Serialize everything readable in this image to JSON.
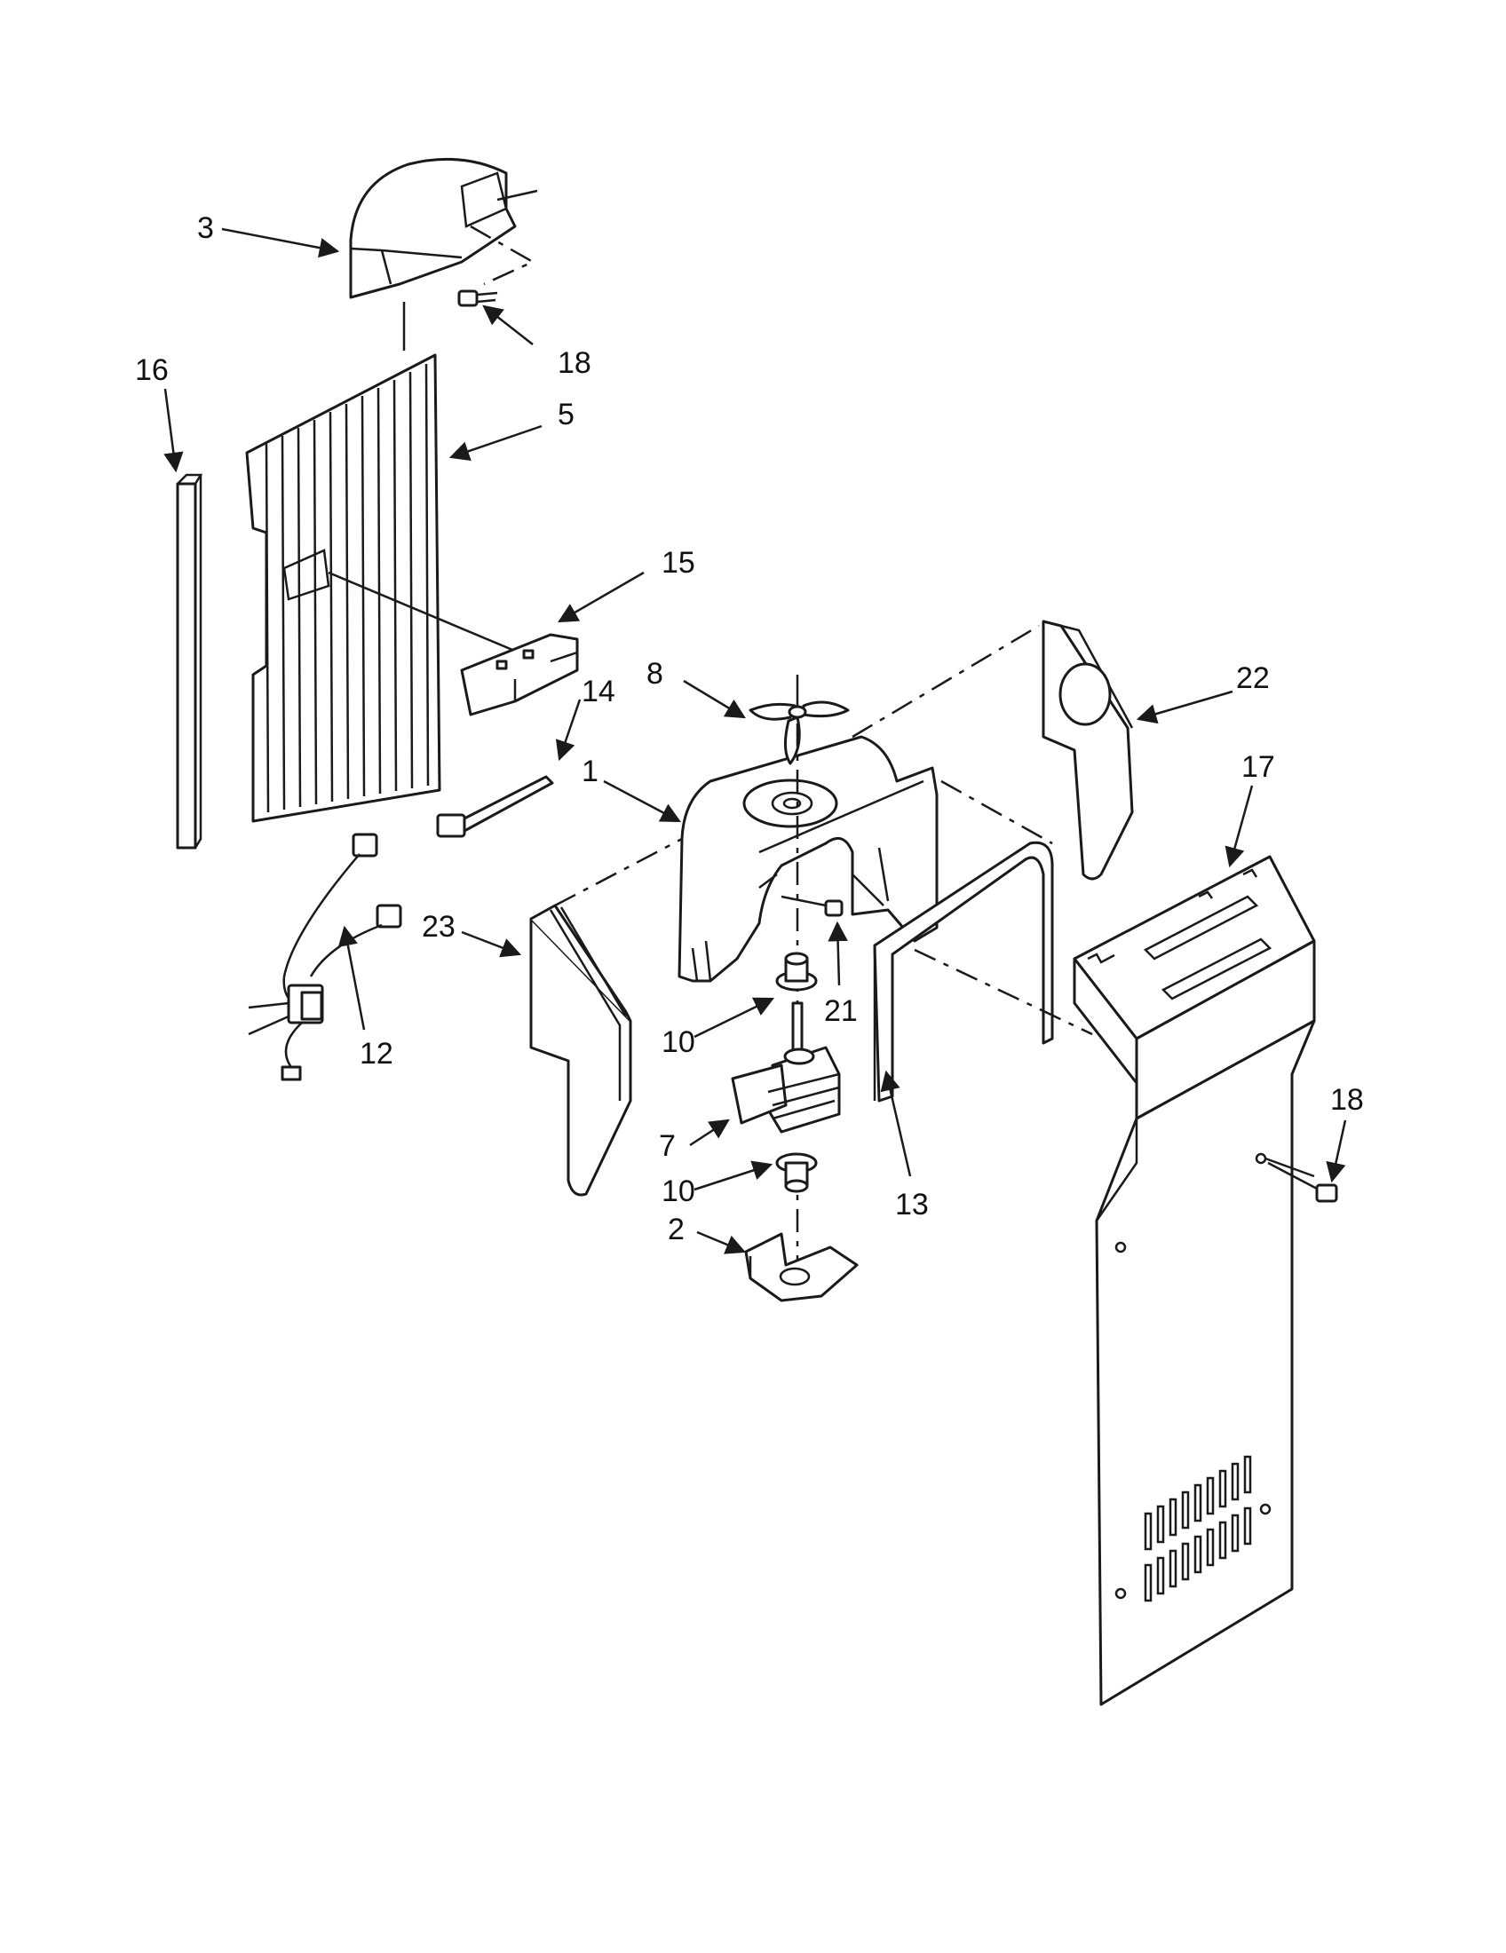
{
  "callouts": {
    "c1": "1",
    "c2": "2",
    "c3": "3",
    "c5": "5",
    "c7": "7",
    "c8": "8",
    "c10a": "10",
    "c10b": "10",
    "c12": "12",
    "c13": "13",
    "c14": "14",
    "c15": "15",
    "c16": "16",
    "c17": "17",
    "c18a": "18",
    "c18b": "18",
    "c21": "21",
    "c22": "22",
    "c23": "23"
  }
}
